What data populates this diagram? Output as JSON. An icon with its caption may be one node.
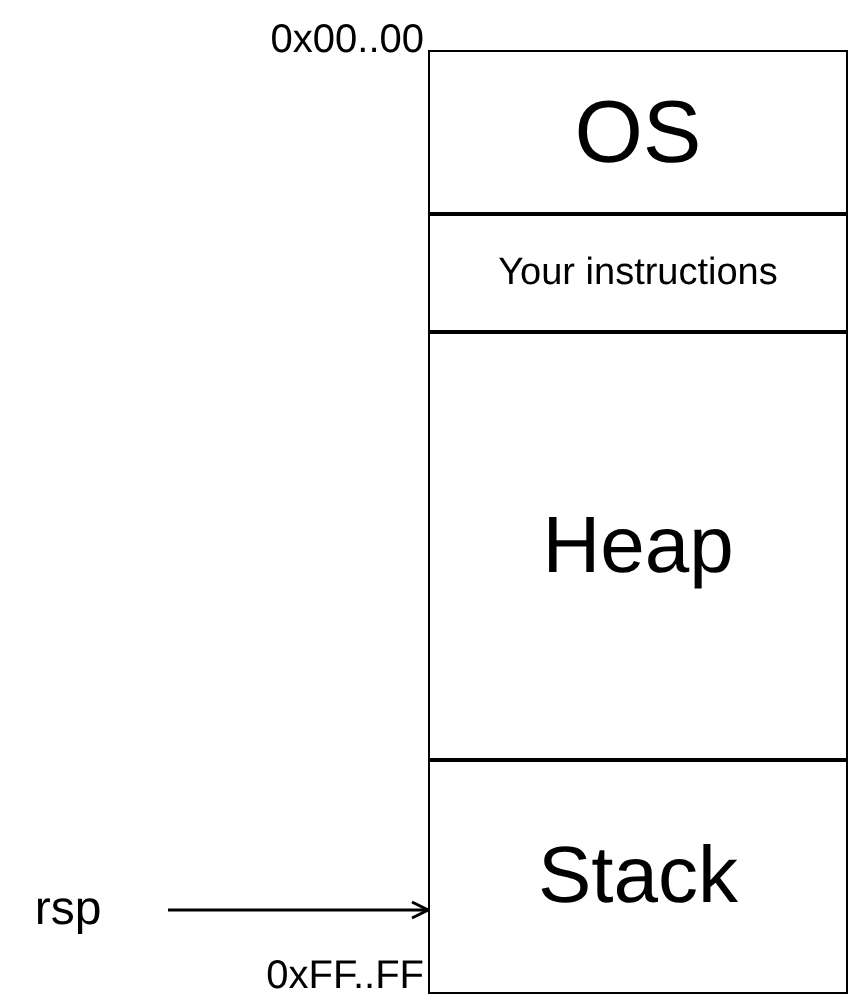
{
  "diagram": {
    "nodes": [
      {
        "text": [
          "OS"
        ]
      },
      {
        "text": [
          "Your instructions"
        ]
      },
      {
        "text": [
          "Heap"
        ]
      },
      {
        "text": [
          "Stack"
        ]
      },
      {
        "text": [
          "rsp"
        ]
      }
    ],
    "edges": [
      {
        "from": 4,
        "to": 3,
        "arrow": "to"
      }
    ],
    "labels": [
      "0x00..00",
      "0xFF..FF"
    ]
  }
}
